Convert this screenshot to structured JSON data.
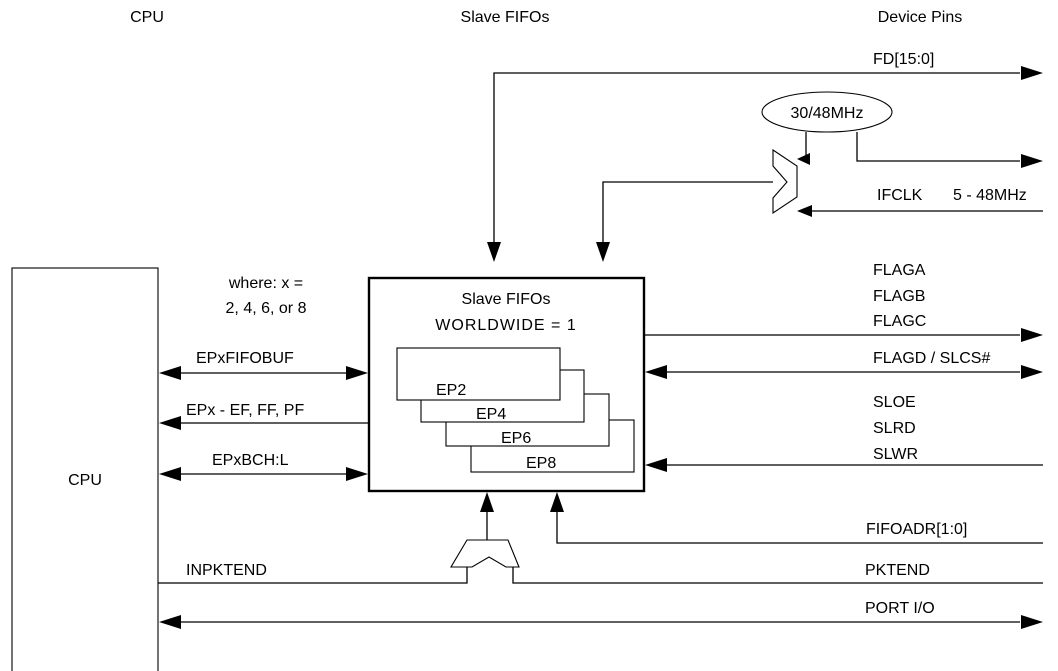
{
  "headers": {
    "cpu": "CPU",
    "slave_fifos": "Slave FIFOs",
    "device_pins": "Device Pins"
  },
  "signals": {
    "fd": "FD[15:0]",
    "osc": "30/48MHz",
    "ifclk": "IFCLK",
    "ifclk_range": "5 - 48MHz",
    "flaga": "FLAGA",
    "flagb": "FLAGB",
    "flagc": "FLAGC",
    "flagd": "FLAGD / SLCS#",
    "sloe": "SLOE",
    "slrd": "SLRD",
    "slwr": "SLWR",
    "fifoadr": "FIFOADR[1:0]",
    "pktend": "PKTEND",
    "port_io": "PORT I/O",
    "inpktend": "INPKTEND",
    "epxfifobuf": "EPxFIFOBUF",
    "epx_flags": "EPx - EF, FF, PF",
    "epxbch": "EPxBCH:L"
  },
  "notes": {
    "where_line1": "where: x =",
    "where_line2": "2, 4, 6, or 8"
  },
  "cpu_block": {
    "label": "CPU"
  },
  "fifo_block": {
    "title": "Slave FIFOs",
    "mode": "WORLDWIDE = 1",
    "endpoints": [
      "EP2",
      "EP4",
      "EP6",
      "EP8"
    ]
  }
}
